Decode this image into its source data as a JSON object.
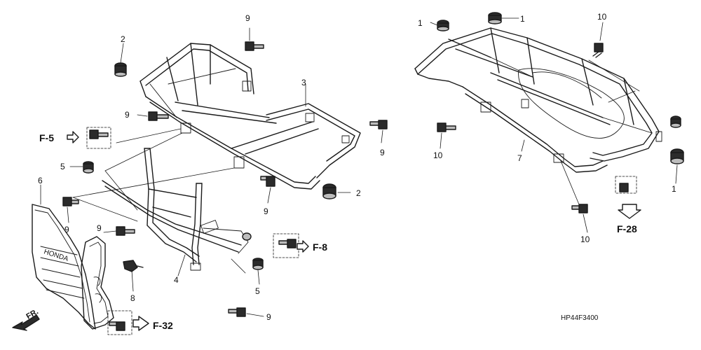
{
  "callouts": {
    "c1a": "1",
    "c1b": "1",
    "c1c": "1",
    "c2a": "2",
    "c2b": "2",
    "c3": "3",
    "c4": "4",
    "c5a": "5",
    "c5b": "5",
    "c6": "6",
    "c7": "7",
    "c8": "8",
    "c9a": "9",
    "c9b": "9",
    "c9c": "9",
    "c9d": "9",
    "c9e": "9",
    "c9f": "9",
    "c10a": "10",
    "c10b": "10",
    "c10c": "10"
  },
  "references": {
    "f5": "F-5",
    "f8": "F-8",
    "f28": "F-28",
    "f32": "F-32"
  },
  "direction_label": "FR.",
  "grille_badge": "HONDA",
  "diagram_code": "HP44F3400"
}
